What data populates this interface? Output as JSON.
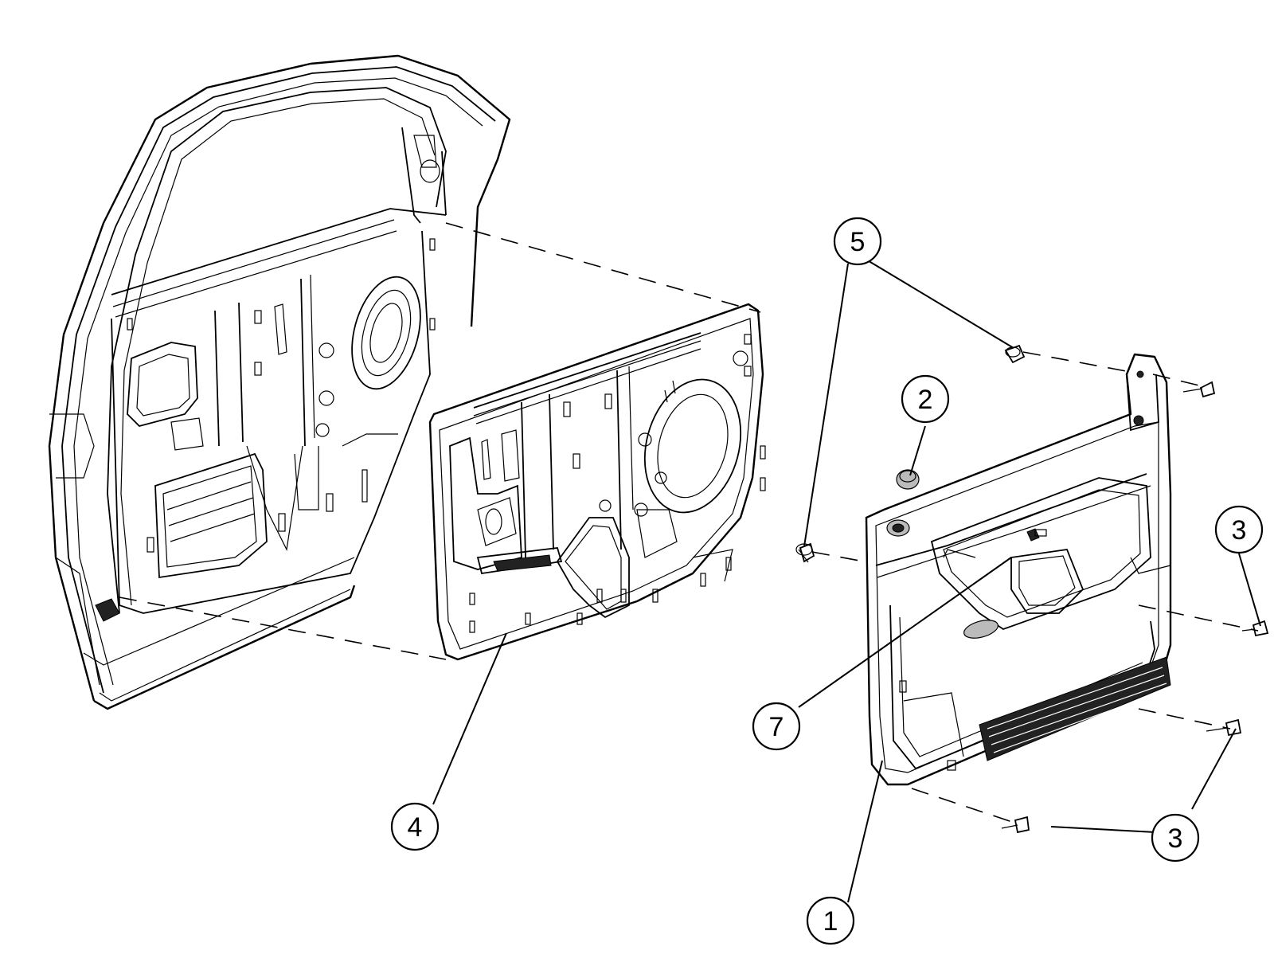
{
  "callouts": {
    "c1": "1",
    "c2": "2",
    "c3a": "3",
    "c3b": "3",
    "c4": "4",
    "c5": "5",
    "c7": "7"
  }
}
